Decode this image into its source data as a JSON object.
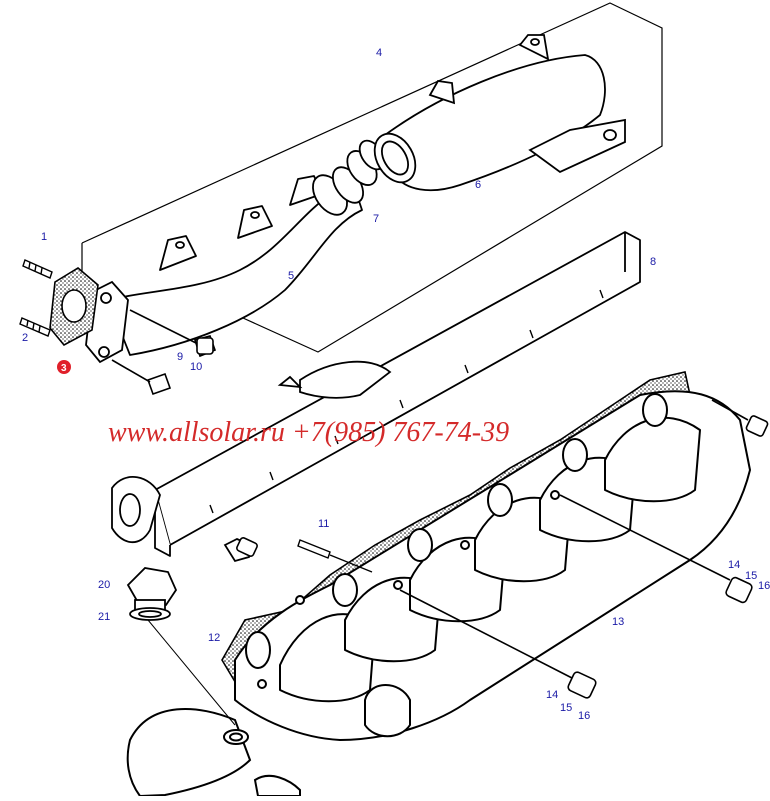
{
  "diagram": {
    "watermark": "www.allsolar.ru +7(985) 767-74-39",
    "colors": {
      "line": "#000000",
      "callout": "#1a1aa6",
      "highlight": "#e0202a",
      "watermark": "#d42a2a"
    },
    "callouts": {
      "c1": "1",
      "c2": "2",
      "c3": "3",
      "c4": "4",
      "c5": "5",
      "c6": "6",
      "c7": "7",
      "c8": "8",
      "c9": "9",
      "c10": "10",
      "c11": "11",
      "c12": "12",
      "c13": "13",
      "c14a": "14",
      "c15a": "15",
      "c16a": "16",
      "c14b": "14",
      "c15b": "15",
      "c16b": "16",
      "c20": "20",
      "c21": "21"
    }
  }
}
